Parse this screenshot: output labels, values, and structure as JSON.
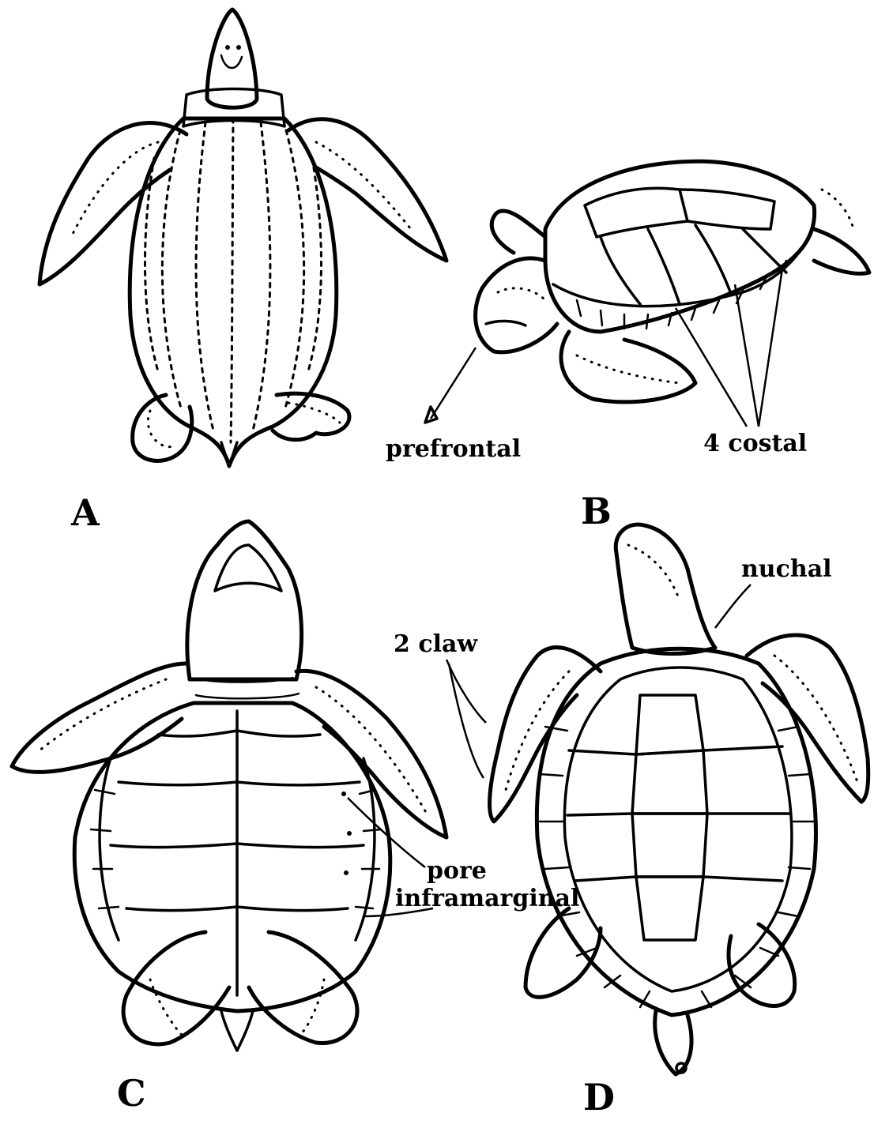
{
  "figure": {
    "panels": [
      {
        "id": "A",
        "label": "A",
        "annotations": []
      },
      {
        "id": "B",
        "label": "B",
        "annotations": [
          "prefrontal",
          "4 costal"
        ]
      },
      {
        "id": "C",
        "label": "C",
        "annotations": [
          "pore",
          "inframarginal"
        ]
      },
      {
        "id": "D",
        "label": "D",
        "annotations": [
          "2 claw",
          "nuchal"
        ]
      }
    ]
  }
}
